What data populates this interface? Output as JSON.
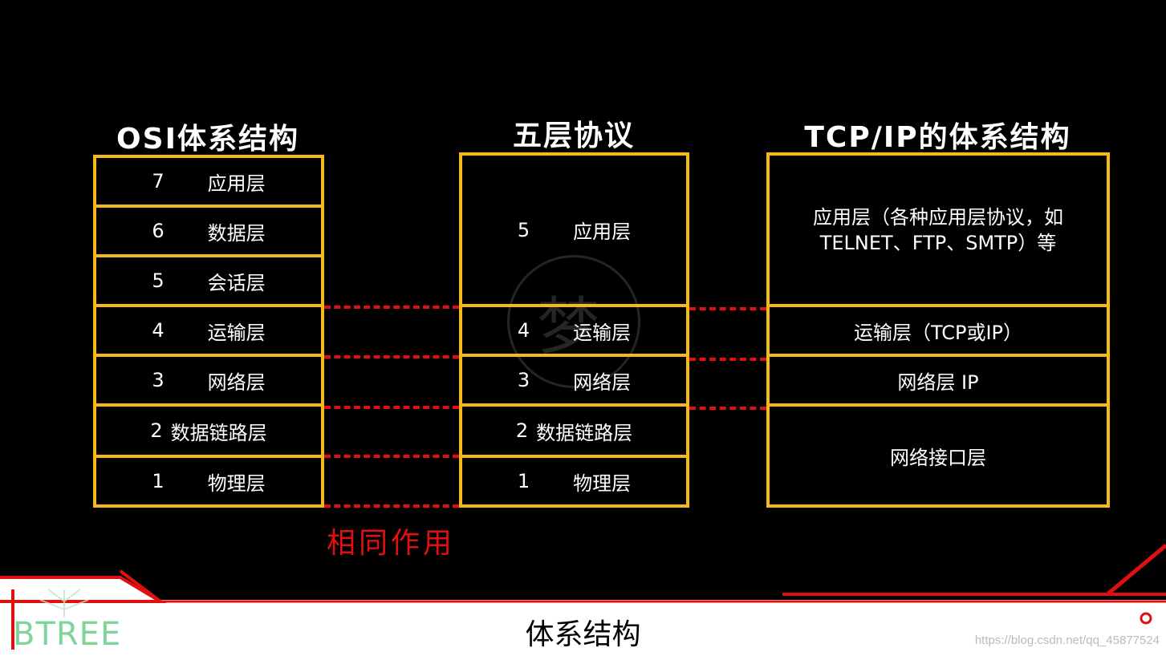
{
  "headings": {
    "osi": "OSI体系结构",
    "five": "五层协议",
    "tcpip": "TCP/IP的体系结构"
  },
  "osi_layers": [
    {
      "num": "7",
      "name": "应用层"
    },
    {
      "num": "6",
      "name": "数据层"
    },
    {
      "num": "5",
      "name": "会话层"
    },
    {
      "num": "4",
      "name": "运输层"
    },
    {
      "num": "3",
      "name": "网络层"
    },
    {
      "num": "2",
      "name": "数据链路层"
    },
    {
      "num": "1",
      "name": "物理层"
    }
  ],
  "five_layers": [
    {
      "num": "5",
      "name": "应用层"
    },
    {
      "num": "4",
      "name": "运输层"
    },
    {
      "num": "3",
      "name": "网络层"
    },
    {
      "num": "2",
      "name": "数据链路层"
    },
    {
      "num": "1",
      "name": "物理层"
    }
  ],
  "tcpip_layers": [
    {
      "line1": "应用层（各种应用层协议，如",
      "line2": "TELNET、FTP、SMTP）等"
    },
    {
      "line1": "运输层（TCP或IP）"
    },
    {
      "line1": "网络层 IP"
    },
    {
      "line1": "网络接口层"
    }
  ],
  "same_function_label": "相同作用",
  "footer": {
    "title": "体系结构",
    "logo": "BTREE",
    "url": "https://blog.csdn.net/qq_45877524"
  },
  "watermark_char": "梦",
  "colors": {
    "border": "#f7b81a",
    "dash": "#e01010",
    "background": "#000000"
  }
}
